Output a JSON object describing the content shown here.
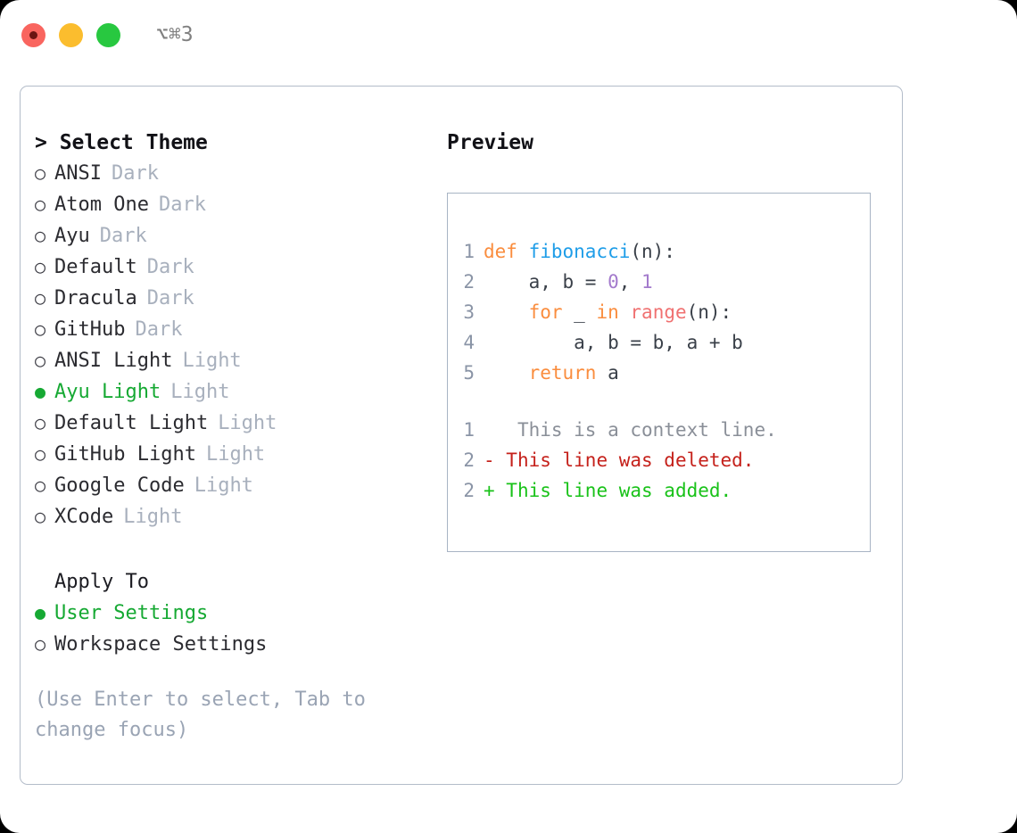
{
  "titlebar": {
    "shortcut": "⌥⌘3",
    "buttons": [
      {
        "name": "close",
        "color": "#f9655f"
      },
      {
        "name": "minimize",
        "color": "#fbbd2e"
      },
      {
        "name": "zoom",
        "color": "#28c840"
      }
    ]
  },
  "theme_section": {
    "header": "> Select Theme",
    "marker_selected": "●",
    "marker_unselected": "○",
    "items": [
      {
        "label": "ANSI",
        "variant": "Dark",
        "selected": false
      },
      {
        "label": "Atom One",
        "variant": "Dark",
        "selected": false
      },
      {
        "label": "Ayu",
        "variant": "Dark",
        "selected": false
      },
      {
        "label": "Default",
        "variant": "Dark",
        "selected": false
      },
      {
        "label": "Dracula",
        "variant": "Dark",
        "selected": false
      },
      {
        "label": "GitHub",
        "variant": "Dark",
        "selected": false
      },
      {
        "label": "ANSI Light",
        "variant": "Light",
        "selected": false
      },
      {
        "label": "Ayu Light",
        "variant": "Light",
        "selected": true
      },
      {
        "label": "Default Light",
        "variant": "Light",
        "selected": false
      },
      {
        "label": "GitHub Light",
        "variant": "Light",
        "selected": false
      },
      {
        "label": "Google Code",
        "variant": "Light",
        "selected": false
      },
      {
        "label": "XCode",
        "variant": "Light",
        "selected": false
      }
    ]
  },
  "apply_section": {
    "header": "Apply To",
    "items": [
      {
        "label": "User Settings",
        "selected": true
      },
      {
        "label": "Workspace Settings",
        "selected": false
      }
    ]
  },
  "hint": "(Use Enter to select, Tab to change focus)",
  "preview": {
    "title": "Preview",
    "code_lines": [
      {
        "number": "1",
        "tokens": [
          {
            "text": "def ",
            "type": "kw"
          },
          {
            "text": "fibonacci",
            "type": "fn"
          },
          {
            "text": "(n):",
            "type": "plain"
          }
        ]
      },
      {
        "number": "2",
        "tokens": [
          {
            "text": "    a, b = ",
            "type": "plain"
          },
          {
            "text": "0",
            "type": "num"
          },
          {
            "text": ", ",
            "type": "plain"
          },
          {
            "text": "1",
            "type": "num"
          }
        ]
      },
      {
        "number": "3",
        "tokens": [
          {
            "text": "    ",
            "type": "plain"
          },
          {
            "text": "for",
            "type": "kw"
          },
          {
            "text": " _ ",
            "type": "plain"
          },
          {
            "text": "in",
            "type": "kw"
          },
          {
            "text": " ",
            "type": "plain"
          },
          {
            "text": "range",
            "type": "call"
          },
          {
            "text": "(n):",
            "type": "plain"
          }
        ]
      },
      {
        "number": "4",
        "tokens": [
          {
            "text": "        a, b = b, a + b",
            "type": "plain"
          }
        ]
      },
      {
        "number": "5",
        "tokens": [
          {
            "text": "    ",
            "type": "plain"
          },
          {
            "text": "return",
            "type": "kw"
          },
          {
            "text": " a",
            "type": "plain"
          }
        ]
      }
    ],
    "diff_lines": [
      {
        "number": "1",
        "marker": " ",
        "text": "  This is a context line.",
        "type": "ctx"
      },
      {
        "number": "2",
        "marker": "-",
        "text": " This line was deleted.",
        "type": "del"
      },
      {
        "number": "2",
        "marker": "+",
        "text": " This line was added.",
        "type": "add"
      }
    ]
  },
  "colors": {
    "selected_green": "#16a933",
    "keyword_orange": "#fa8d3e",
    "function_blue": "#1e9de8",
    "number_purple": "#a37acc",
    "call_salmon": "#f07171",
    "diff_deleted": "#c5211b",
    "diff_added": "#19c219",
    "muted_gray": "#a8b0bd",
    "border": "#b3bcc9"
  }
}
